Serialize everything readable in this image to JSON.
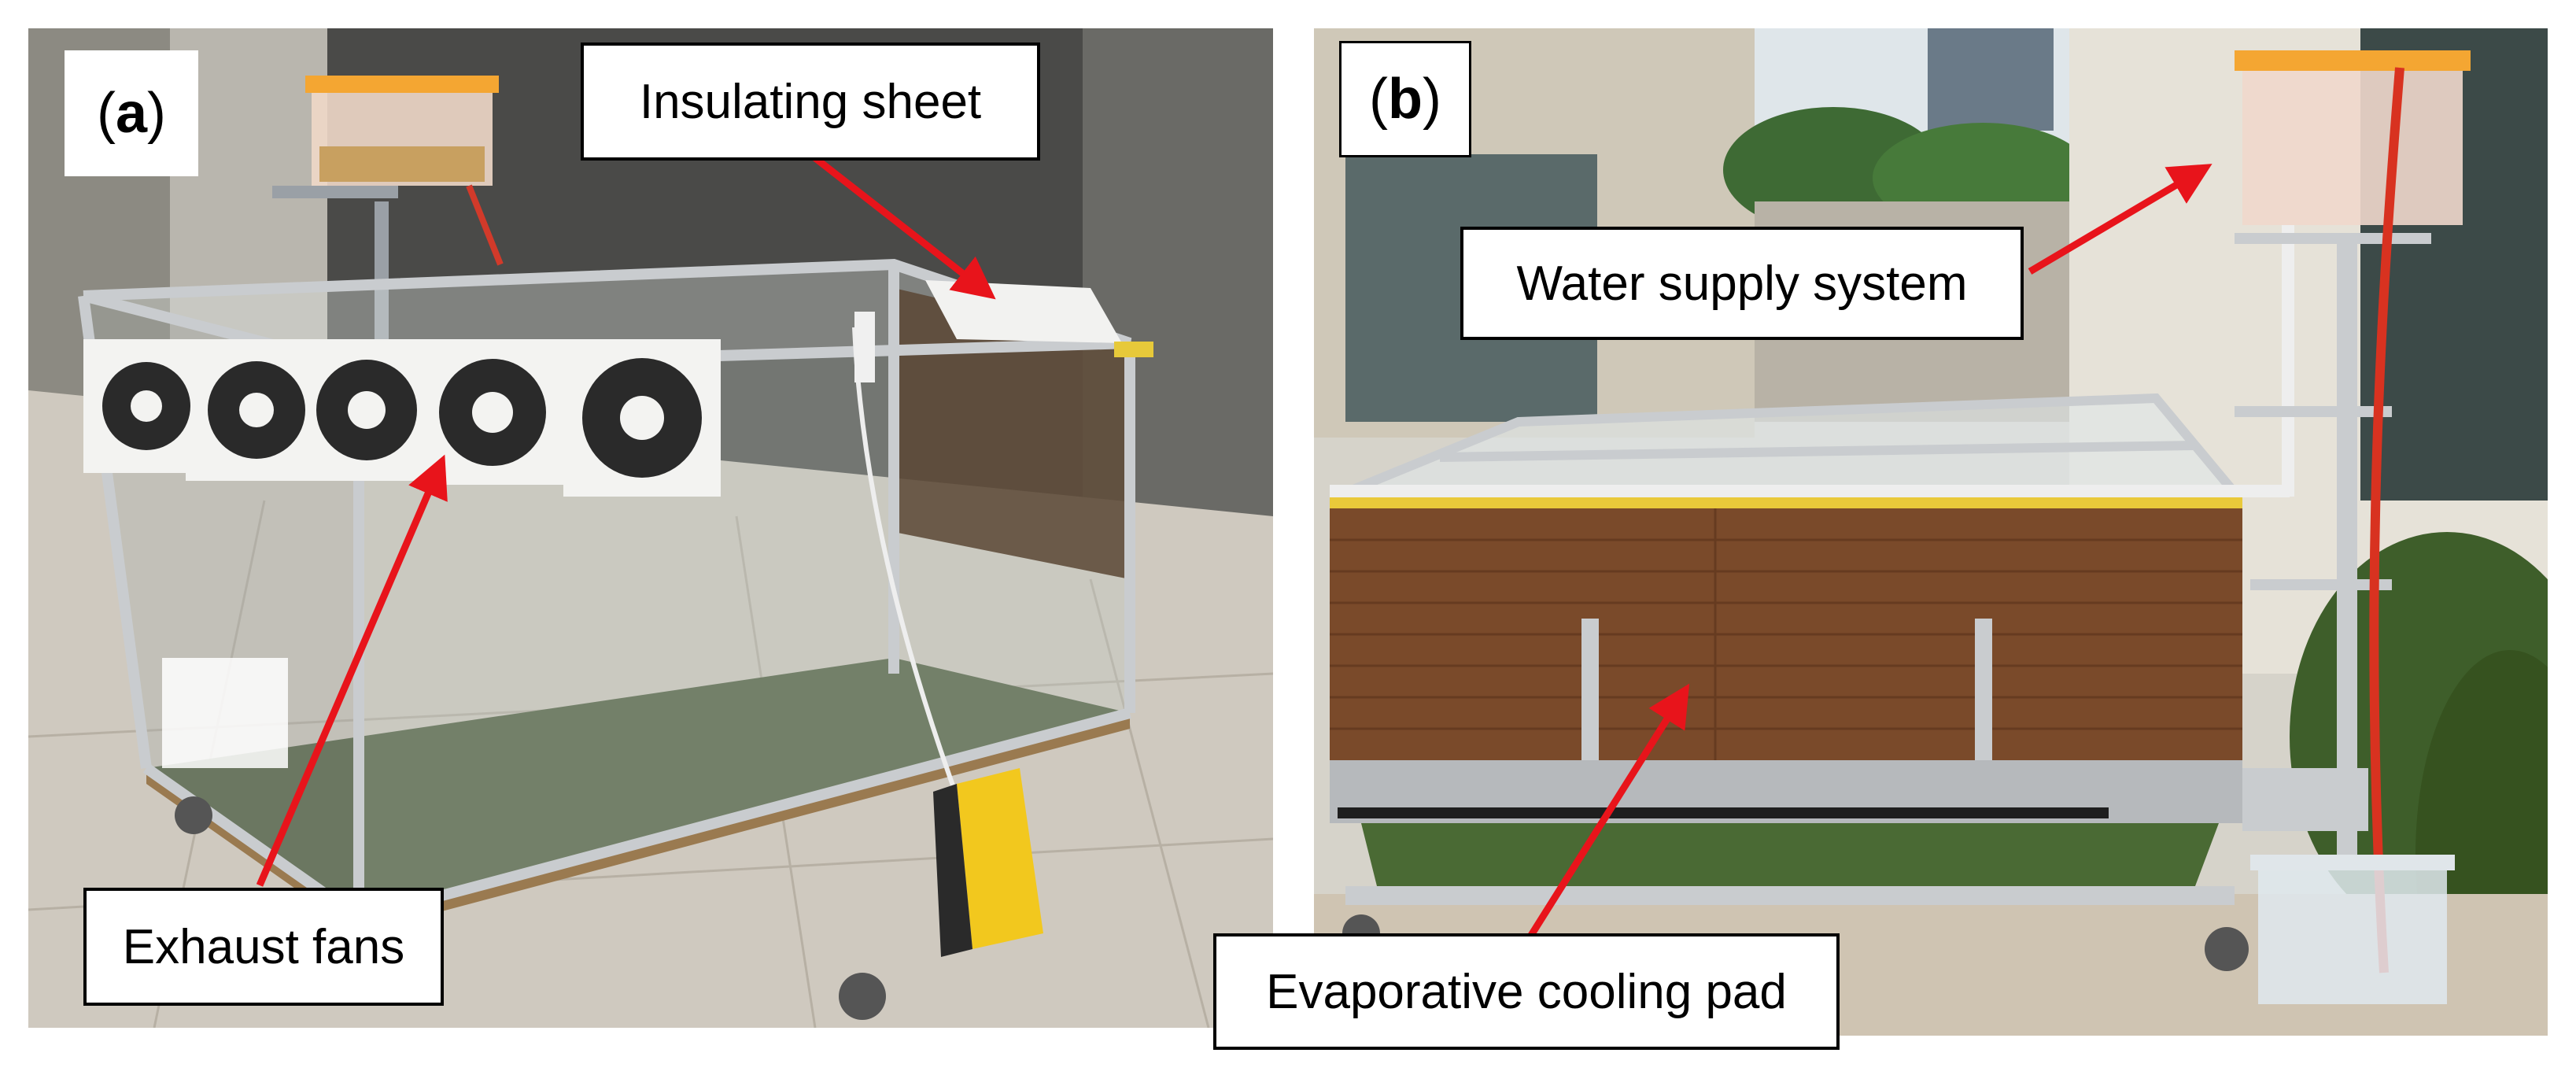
{
  "panels": [
    {
      "tag": "a",
      "callouts": {
        "insulating_sheet": "Insulating sheet",
        "exhaust_fans": "Exhaust fans"
      }
    },
    {
      "tag": "b",
      "callouts": {
        "water_supply": "Water supply system",
        "cooling_pad": "Evaporative cooling pad"
      }
    }
  ],
  "colors": {
    "arrow": "#e8141b",
    "pad": "#7a4a2a",
    "frame": "#c9cccf",
    "tank_lid": "#f4a632",
    "turf": "#4a5a3a"
  }
}
